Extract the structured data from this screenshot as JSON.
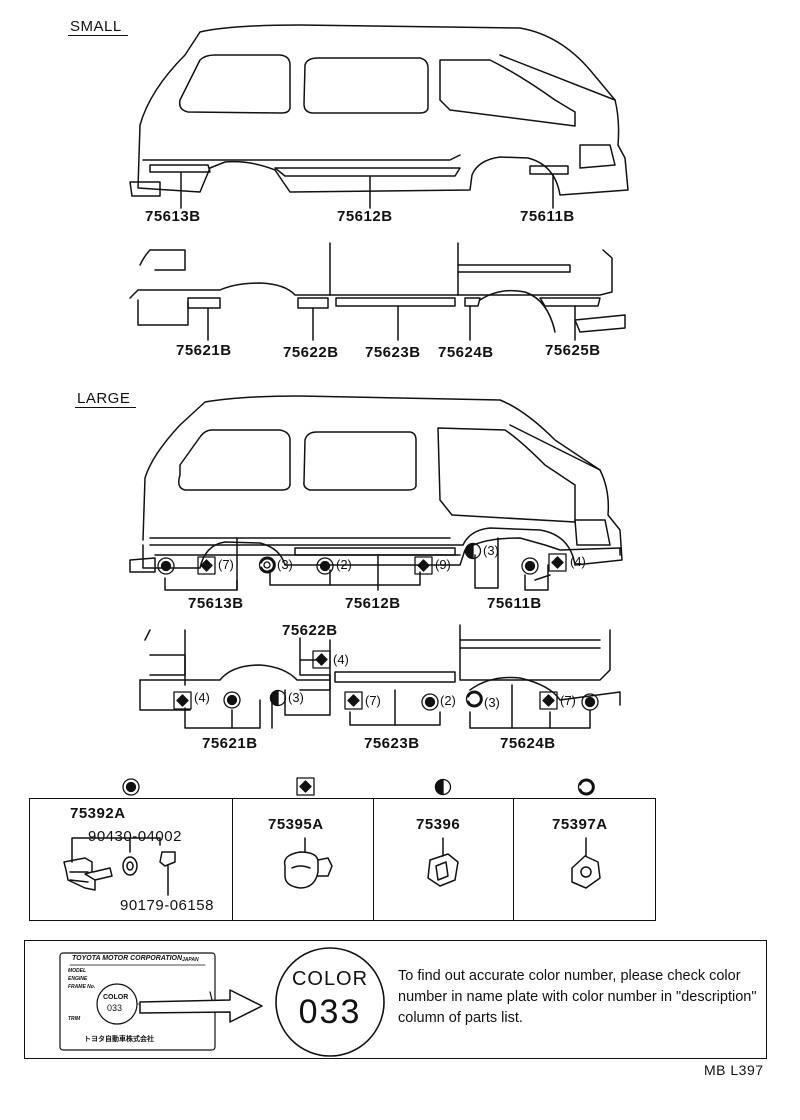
{
  "sections": {
    "small": "SMALL",
    "large": "LARGE"
  },
  "small_labels": {
    "p75613b": "75613B",
    "p75612b": "75612B",
    "p75611b": "75611B",
    "p75621b": "75621B",
    "p75622b": "75622B",
    "p75623b": "75623B",
    "p75624b": "75624B",
    "p75625b": "75625B"
  },
  "large_labels": {
    "p75613b": "75613B",
    "p75612b": "75612B",
    "p75611b": "75611B",
    "p75622b": "75622B",
    "p75621b": "75621B",
    "p75623b": "75623B",
    "p75624b": "75624B"
  },
  "quantities": {
    "q7a": "(7)",
    "q3a": "(3)",
    "q2a": "(2)",
    "q9": "(9)",
    "q3b": "(3)",
    "q4a": "(4)",
    "q4b": "(4)",
    "q4c": "(4)",
    "q3c": "(3)",
    "q7b": "(7)",
    "q2b": "(2)",
    "q3d": "(3)",
    "q7c": "(7)"
  },
  "parts": {
    "box1": {
      "main": "75392A",
      "sub1": "90430-04002",
      "sub2": "90179-06158"
    },
    "box2": {
      "main": "75395A"
    },
    "box3": {
      "main": "75396"
    },
    "box4": {
      "main": "75397A"
    }
  },
  "name_plate": {
    "maker": "TOYOTA MOTOR CORPORATION",
    "country": "JAPAN",
    "row1": "MODEL",
    "row2": "ENGINE",
    "row3": "FRAME No.",
    "color_label": "COLOR",
    "color_value": "033",
    "trim": "TRIM",
    "jp": "トヨタ自動車株式会社"
  },
  "color_badge": {
    "label": "COLOR",
    "value": "033"
  },
  "note": "To find out accurate color number, please check color number in name plate with color number in \"description\" column of parts list.",
  "code": "MB L397"
}
